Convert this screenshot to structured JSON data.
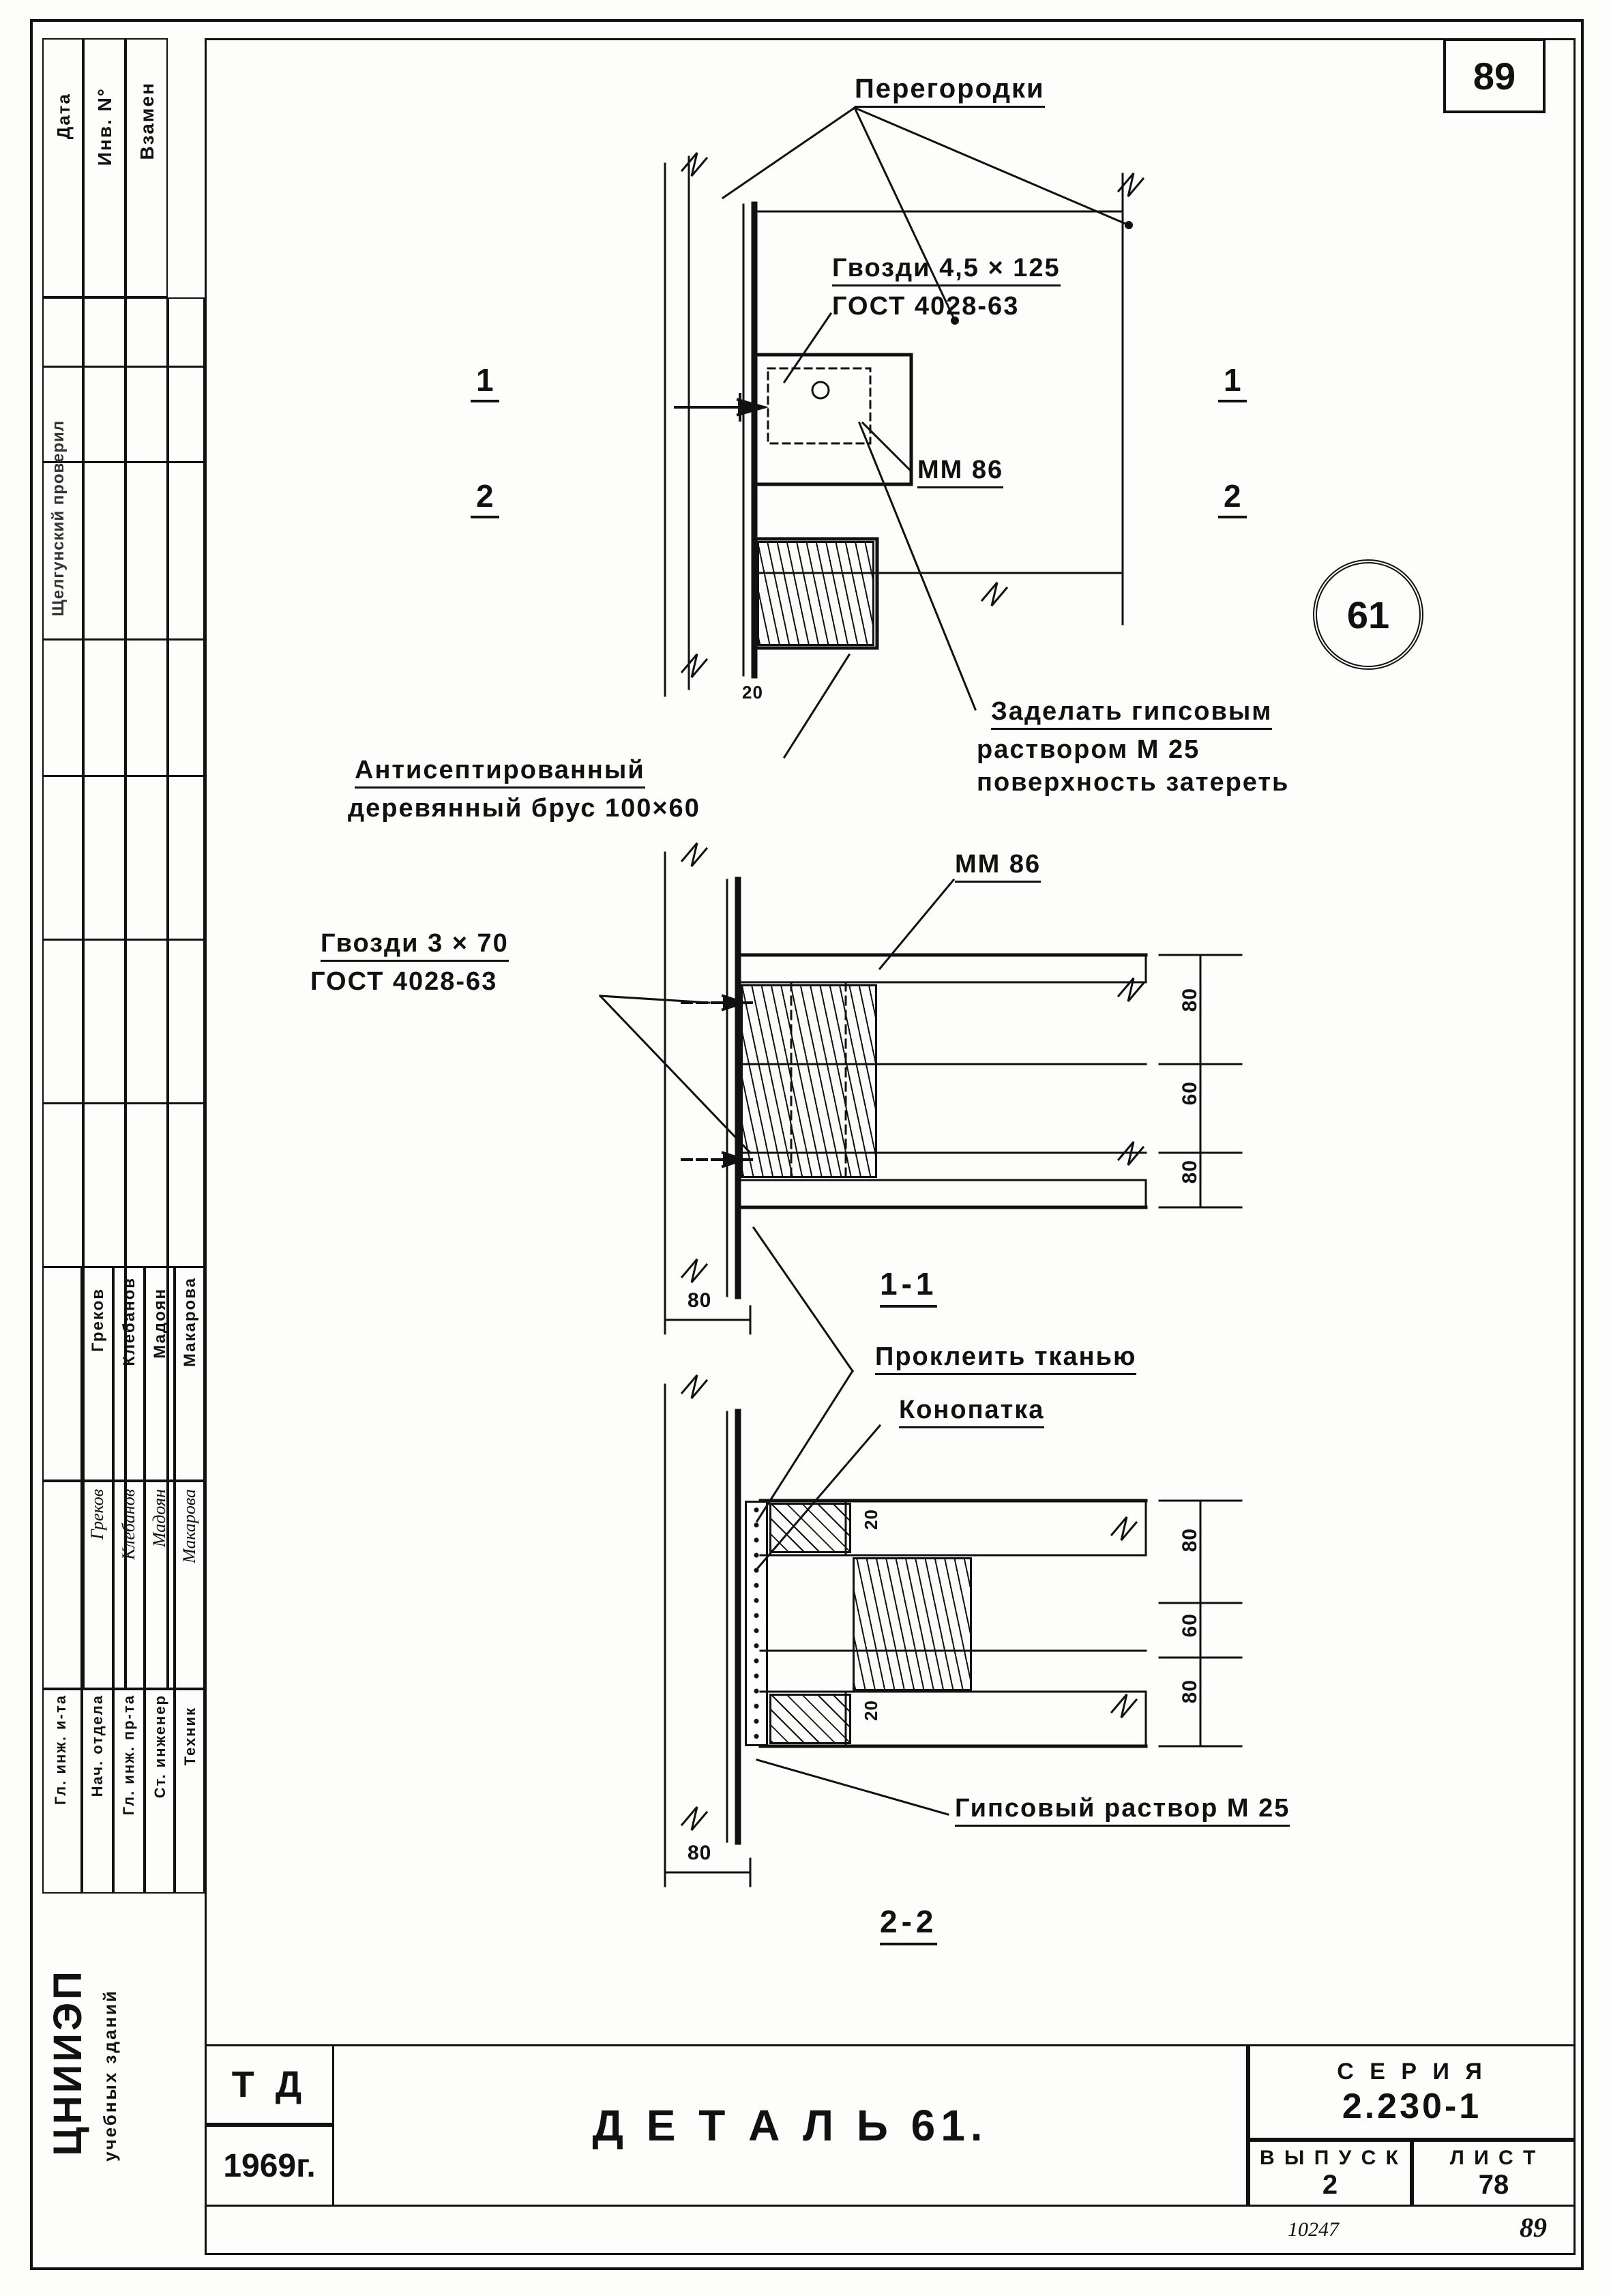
{
  "sheet": {
    "page_number": "89",
    "bottom_page_number": "89",
    "doc_code": "10247"
  },
  "stamp_column": {
    "headers": [
      "Дата",
      "Инв. N°",
      "Взамен"
    ],
    "side_labels": [
      "Щелгунский проверил"
    ],
    "roles": [
      "Гл. инж. и-та",
      "Нач. отдела",
      "Гл. инж. пр-та",
      "Ст. инженер",
      "Техник"
    ],
    "names": [
      "",
      "Греков",
      "Клебанов",
      "Мадоян",
      "Макарова"
    ],
    "signatures": [
      "",
      "Греков",
      "Клебанов",
      "Мадоян",
      "Макарова"
    ],
    "organization_line1": "ЦНИИЭП",
    "organization_line2": "учебных зданий"
  },
  "title_block": {
    "stage": "Т Д",
    "year": "1969г.",
    "drawing_title": "Д Е Т А Л Ь  61.",
    "series_label": "С Е Р И Я",
    "series_value": "2.230-1",
    "issue_label": "В Ы П У С К",
    "issue_value": "2",
    "sheet_label": "Л И С Т",
    "sheet_value": "78"
  },
  "detail_tag": "61",
  "annotations": {
    "partitions": "Перегородки",
    "nails_top_line1": "Гвозди 4,5 × 125",
    "nails_top_line2": "ГОСТ 4028-63",
    "mm86_top": "ММ 86",
    "mm86_mid": "ММ 86",
    "seal_line1": "Заделать гипсовым",
    "seal_line2": "раствором   М 25",
    "seal_line3": "поверхность   затереть",
    "timber_line1": "Антисептированный",
    "timber_line2": "деревянный  брус 100×60",
    "nails_mid_line1": "Гвозди  3 × 70",
    "nails_mid_line2": "ГОСТ 4028-63",
    "glue_fabric": "Проклеить тканью",
    "caulking": "Конопатка",
    "gypsum_mortar": "Гипсовый  раствор  М 25"
  },
  "sections": {
    "cut_top_left": "1",
    "cut_bottom_left": "2",
    "cut_top_right": "1",
    "cut_bottom_right": "2",
    "section_1_1": "1-1",
    "section_2_2": "2-2"
  },
  "dimensions": {
    "top_wall": "20",
    "section11_right": [
      "80",
      "60",
      "80"
    ],
    "section11_bottom": "80",
    "section22_right": [
      "80",
      "60",
      "80"
    ],
    "section22_inner": [
      "20",
      "20"
    ],
    "section22_bottom": "80"
  }
}
